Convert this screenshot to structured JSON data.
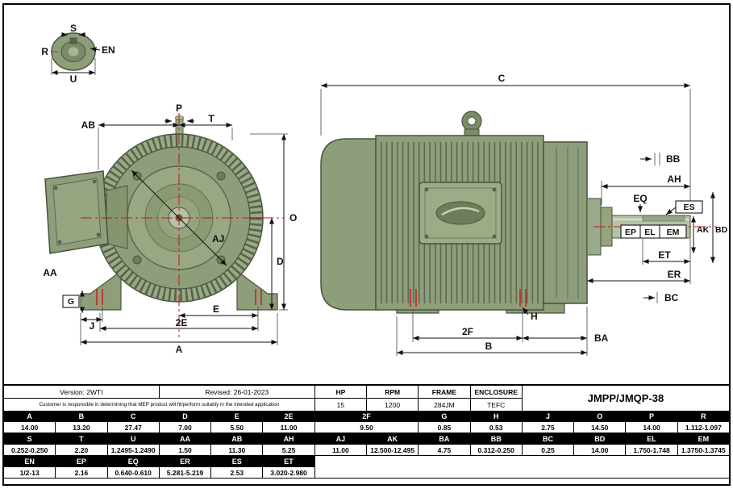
{
  "model": "JMPP/JMQP-38",
  "info": {
    "version": "Version: 2WTI",
    "revised": "Revised: 26-01-2023",
    "disclaimer": "Customer is responsible in determining that MEP product will fit/perform suitably in the intended application",
    "spec_headers": [
      "HP",
      "RPM",
      "FRAME",
      "ENCLOSURE"
    ],
    "spec_values": [
      "15",
      "1200",
      "284JM",
      "TEFC"
    ]
  },
  "dims": {
    "r1h": [
      "A",
      "B",
      "C",
      "D",
      "E",
      "2E",
      "2F",
      "G",
      "H",
      "J",
      "O",
      "P",
      "R"
    ],
    "r1v": [
      "14.00",
      "13.20",
      "27.47",
      "7.00",
      "5.50",
      "11.00",
      "9.50",
      "0.85",
      "0.53",
      "2.75",
      "14.50",
      "14.00",
      "1.112-1.097"
    ],
    "r2h": [
      "S",
      "T",
      "U",
      "AA",
      "AB",
      "AH",
      "AJ",
      "AK",
      "BA",
      "BB",
      "BC",
      "BD",
      "EL",
      "EM"
    ],
    "r2v": [
      "0.252-0.250",
      "2.20",
      "1.2495-1.2490",
      "1.50",
      "11.30",
      "5.25",
      "11.00",
      "12.500-12.495",
      "4.75",
      "0.312-0.250",
      "0.25",
      "14.00",
      "1.750-1.748",
      "1.3750-1.3745"
    ],
    "r3h": [
      "EN",
      "EP",
      "EQ",
      "ER",
      "ES",
      "ET"
    ],
    "r3v": [
      "1/2-13",
      "2.16",
      "0.640-0.610",
      "5.281-5.219",
      "2.53",
      "3.020-2.980"
    ]
  },
  "labels": {
    "detail": {
      "S": "S",
      "R": "R",
      "EN": "EN",
      "U": "U"
    },
    "front": {
      "P": "P",
      "T": "T",
      "AB": "AB",
      "O": "O",
      "D": "D",
      "AJ": "AJ",
      "AA": "AA",
      "G": "G",
      "J": "J",
      "E": "E",
      "2E": "2E",
      "A": "A"
    },
    "side": {
      "C": "C",
      "BB": "BB",
      "AH": "AH",
      "EQ": "EQ",
      "ES": "ES",
      "EP": "EP",
      "EL": "EL",
      "EM": "EM",
      "AK": "AK",
      "BD": "BD",
      "ET": "ET",
      "ER": "ER",
      "BC": "BC",
      "H": "H",
      "BA": "BA",
      "2F": "2F",
      "B": "B"
    }
  },
  "colors": {
    "c_body": "#8F9E7A",
    "c_mid": "#99A883",
    "c_light": "#B6C1A6",
    "c_dark": "#5A6950",
    "c_edge": "#46543C",
    "c_red": "#CC1111"
  }
}
